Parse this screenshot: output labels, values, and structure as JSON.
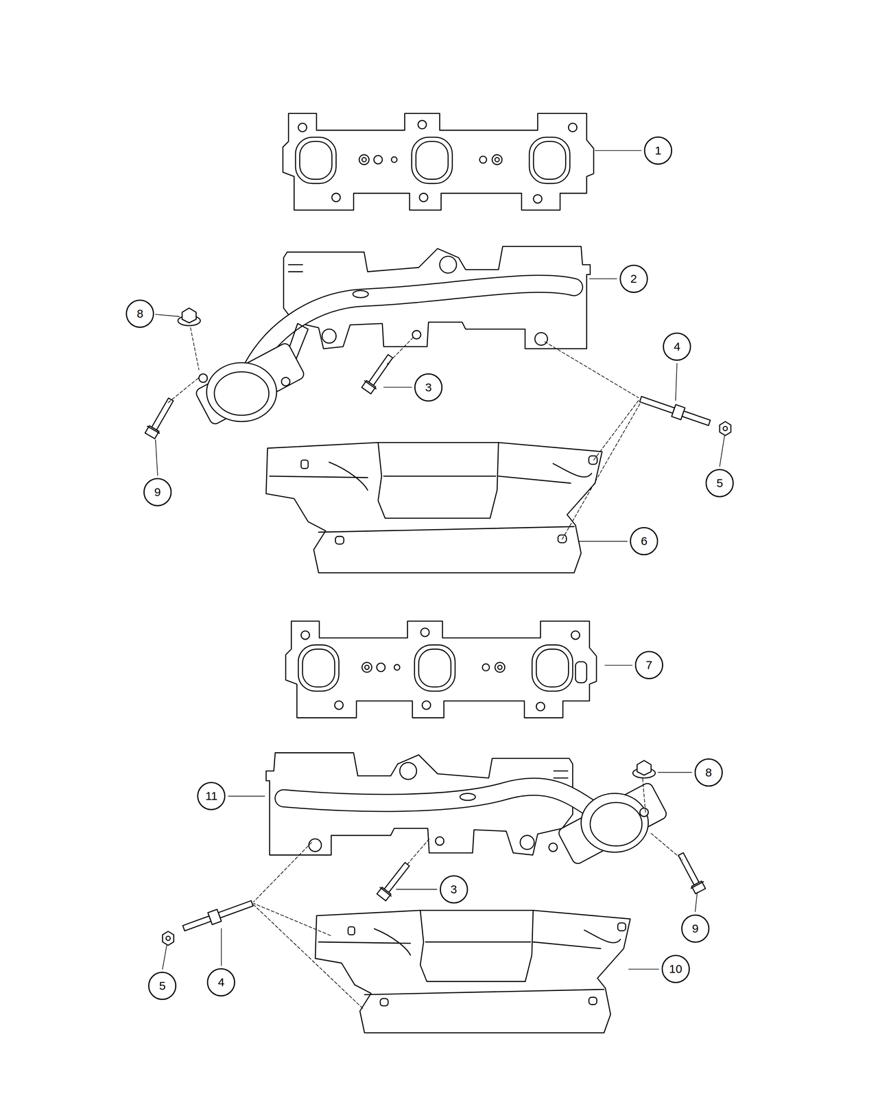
{
  "diagram": {
    "labels": [
      "1",
      "2",
      "8",
      "4",
      "3",
      "5",
      "9",
      "6",
      "7",
      "8",
      "11",
      "3",
      "9",
      "10",
      "5",
      "4"
    ]
  }
}
